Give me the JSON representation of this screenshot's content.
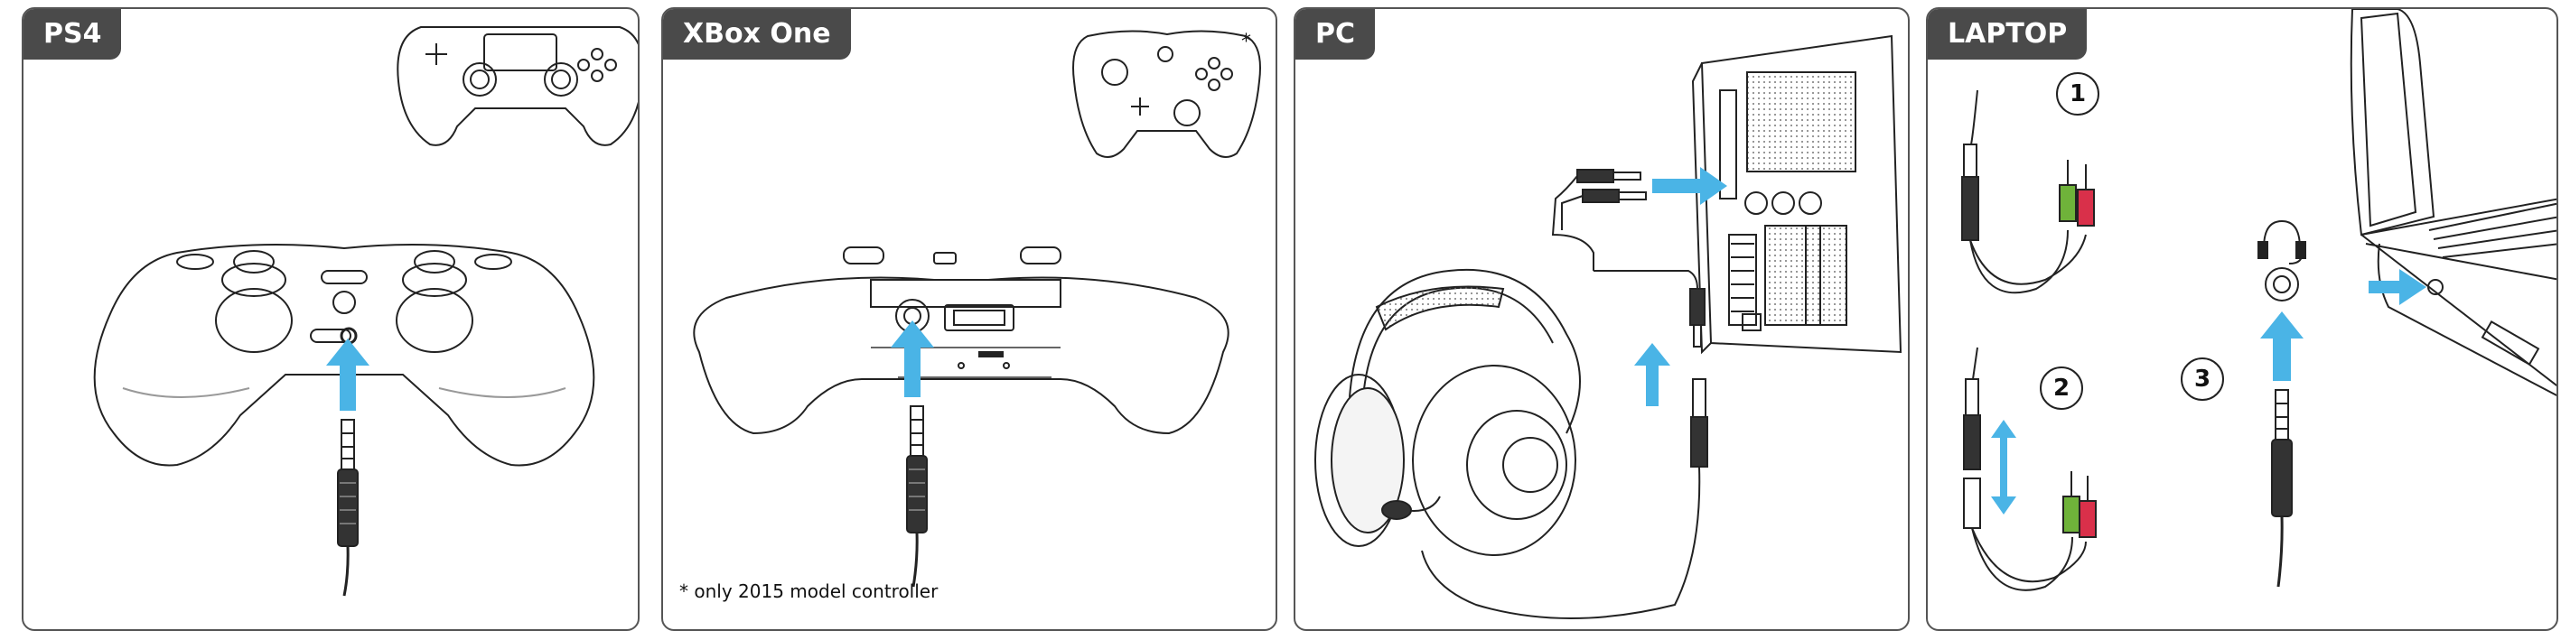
{
  "panels": [
    {
      "id": "ps4",
      "title": "PS4"
    },
    {
      "id": "xbox",
      "title": "XBox One",
      "asterisk": "*",
      "footnote": "* only 2015 model controller"
    },
    {
      "id": "pc",
      "title": "PC"
    },
    {
      "id": "laptop",
      "title": "LAPTOP",
      "steps": [
        "1",
        "2",
        "3"
      ]
    }
  ],
  "colors": {
    "arrow": "#4ab4e6",
    "line": "#222222",
    "tab_bg": "#4a4a4a",
    "green_plug": "#6fb33a",
    "red_plug": "#d9304a"
  }
}
